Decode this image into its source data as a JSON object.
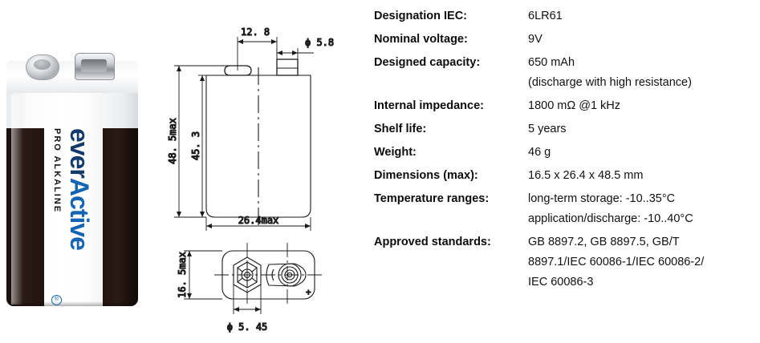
{
  "product": {
    "brand_primary": "ever",
    "brand_secondary": "Active",
    "brand_sub": "PRO ALKALINE",
    "registered_mark": "®",
    "accent_color": "#1464b4",
    "brand_dark_color": "#123a6b",
    "wrapper_dark_color": "#241410"
  },
  "drawing": {
    "front_view": {
      "top_width": "12. 8",
      "terminal_diameter": "ϕ 5.8",
      "overall_height": "48. 5max",
      "body_height": "45. 3",
      "body_width": "26.4max"
    },
    "bottom_view": {
      "depth": "16. 5max",
      "terminal_spacing": "ϕ 5. 45",
      "polarity_marker": "+"
    }
  },
  "spec": {
    "rows": [
      {
        "label": "Designation IEC:",
        "value": "6LR61"
      },
      {
        "label": "Nominal voltage:",
        "value": "9V"
      },
      {
        "label": "Designed capacity:",
        "value": "650 mAh",
        "note": "(discharge with high resistance)"
      },
      {
        "label": "Internal impedance:",
        "value": "1800 mΩ @1 kHz"
      },
      {
        "label": "Shelf life:",
        "value": "5 years"
      },
      {
        "label": "Weight:",
        "value": "46 g"
      },
      {
        "label": "Dimensions (max):",
        "value": "16.5 x 26.4 x  48.5 mm"
      },
      {
        "label": "Temperature ranges:",
        "value": "long-term storage: -10..35°C",
        "line2": "application/discharge: -10..40°C"
      },
      {
        "label": "Approved standards:",
        "value": "GB 8897.2, GB 8897.5, GB/T",
        "line2": "8897.1/IEC 60086-1/IEC 60086-2/",
        "line3": "IEC 60086-3"
      }
    ]
  }
}
